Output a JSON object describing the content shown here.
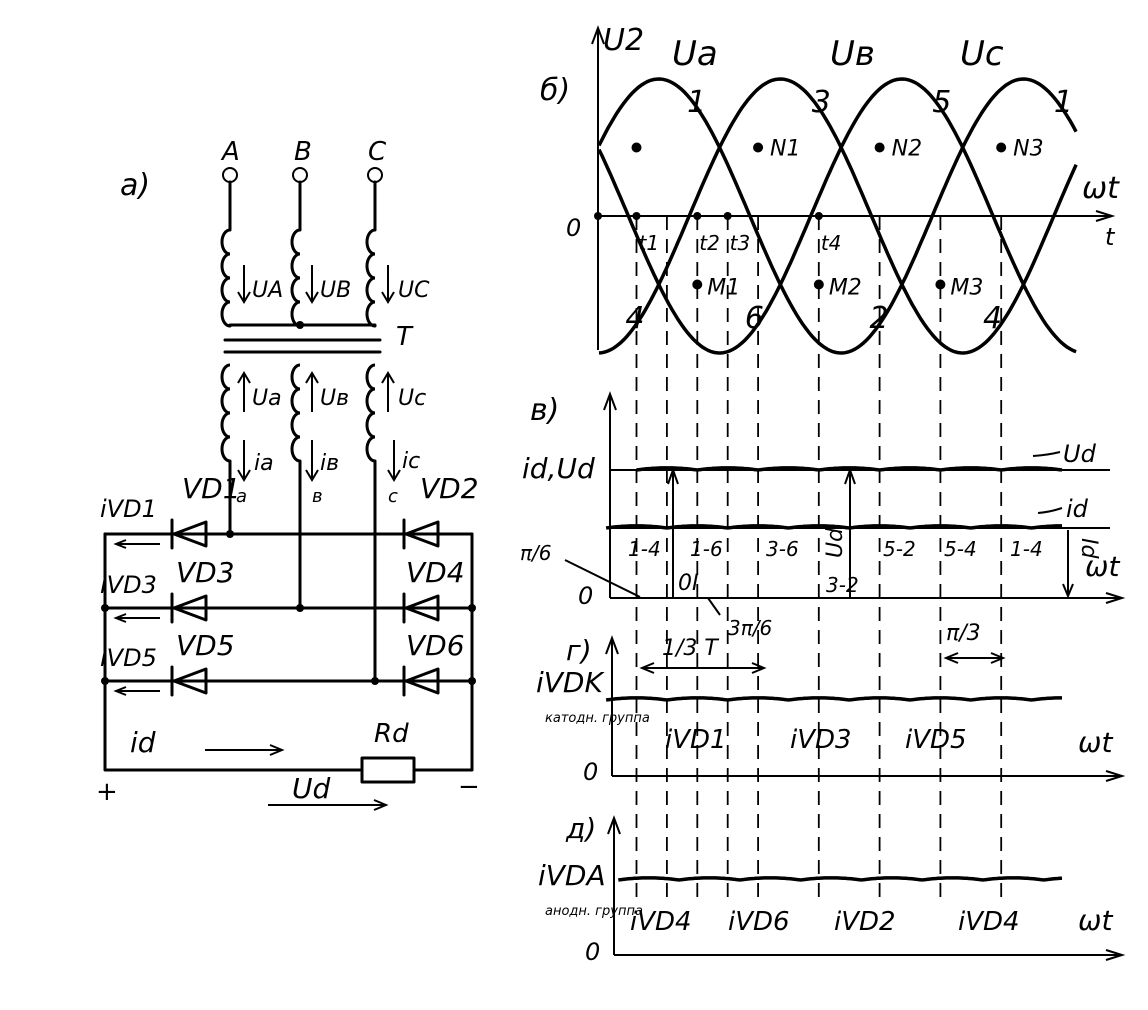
{
  "panels": {
    "a": "a)",
    "b": "б)",
    "v": "в)",
    "g": "г)",
    "d": "д)"
  },
  "circuit": {
    "terminals": [
      "A",
      "B",
      "C"
    ],
    "primary_voltages": [
      "UA",
      "UB",
      "UC"
    ],
    "transformer": "T",
    "secondary_voltages": [
      "Ua",
      "Uв",
      "Uc"
    ],
    "phase_currents": [
      "ia",
      "iв",
      "ic"
    ],
    "nodes": [
      "a",
      "в",
      "c"
    ],
    "diodes": [
      "VD1",
      "VD2",
      "VD3",
      "VD4",
      "VD5",
      "VD6"
    ],
    "diode_currents": [
      "iVD1",
      "iVD3",
      "iVD5"
    ],
    "load": "Rd",
    "load_current": "id",
    "load_voltage": "Ud",
    "plus": "+",
    "minus": "−"
  },
  "chart_b": {
    "y_label": "U2",
    "wave_labels": [
      "Ua",
      "Uв",
      "Uc"
    ],
    "x_label": "ωt",
    "t_label": "t",
    "origin": "0",
    "pos_numbers": [
      "1",
      "3",
      "5",
      "1"
    ],
    "neg_numbers": [
      "4",
      "6",
      "2",
      "4"
    ],
    "n_points": [
      "N1",
      "N2",
      "N3"
    ],
    "m_points": [
      "M1",
      "M2",
      "M3"
    ],
    "time_marks": [
      "t1",
      "t2",
      "t3",
      "t4"
    ]
  },
  "chart_v": {
    "y_label": "id,Ud",
    "ud_label": "Ud",
    "id_label": "id",
    "x_label": "ωt",
    "origin": "0",
    "pi6": "π/6",
    "pairs": [
      "1-4",
      "1-6",
      "3-6",
      "5-2",
      "5-4",
      "1-4",
      "3-2"
    ],
    "ud_vert": "Ud",
    "id_vert": "Id",
    "oi": "0I",
    "three_pi6": "3π/6"
  },
  "chart_g": {
    "y_label": "iVDK",
    "group": "катодн. группа",
    "x_label": "ωt",
    "origin": "0",
    "period": "1/3 T",
    "pi3": "π/3",
    "labels": [
      "iVD1",
      "iVD3",
      "iVD5"
    ]
  },
  "chart_d": {
    "y_label": "iVDA",
    "group": "анодн. группа",
    "x_label": "ωt",
    "origin": "0",
    "labels": [
      "iVD4",
      "iVD6",
      "iVD2",
      "iVD4"
    ]
  },
  "chart_data": {
    "type": "line",
    "x_unit": "electrical degrees",
    "series": [
      {
        "name": "Ua",
        "period": 360,
        "phase": 0
      },
      {
        "name": "Uв",
        "period": 360,
        "phase": 120
      },
      {
        "name": "Uc",
        "period": 360,
        "phase": 240
      }
    ],
    "commutation_interval": 60,
    "conduction_interval": 120
  }
}
